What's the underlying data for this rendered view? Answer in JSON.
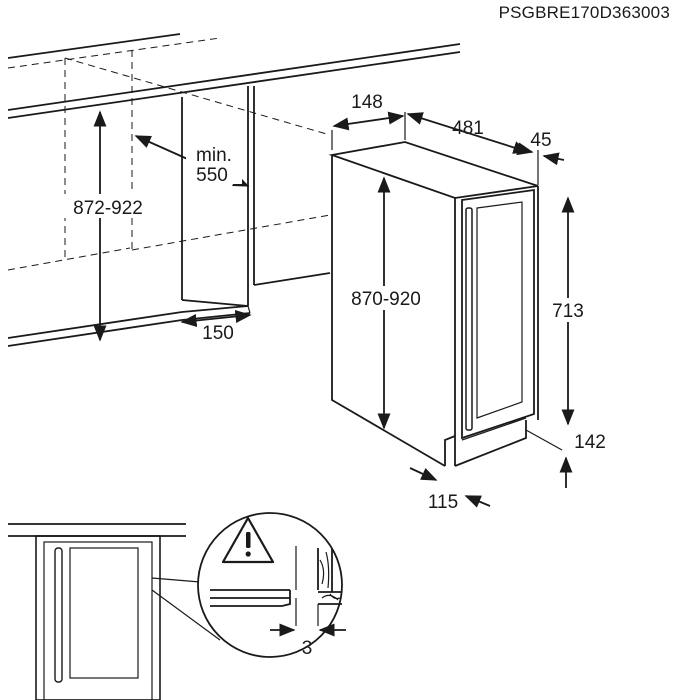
{
  "document_code": "PSGBRE170D363003",
  "dimensions": {
    "cabinet_height": "872-922",
    "niche_min_label": "min.",
    "niche_min_value": "550",
    "plinth_depth": "150",
    "top_depth_left": "148",
    "top_depth_main": "481",
    "door_offset": "45",
    "appliance_height": "870-920",
    "door_height": "713",
    "plinth_height": "142",
    "plinth_recess": "115",
    "door_gap": "3"
  },
  "warning_symbol": "warning-triangle-icon"
}
